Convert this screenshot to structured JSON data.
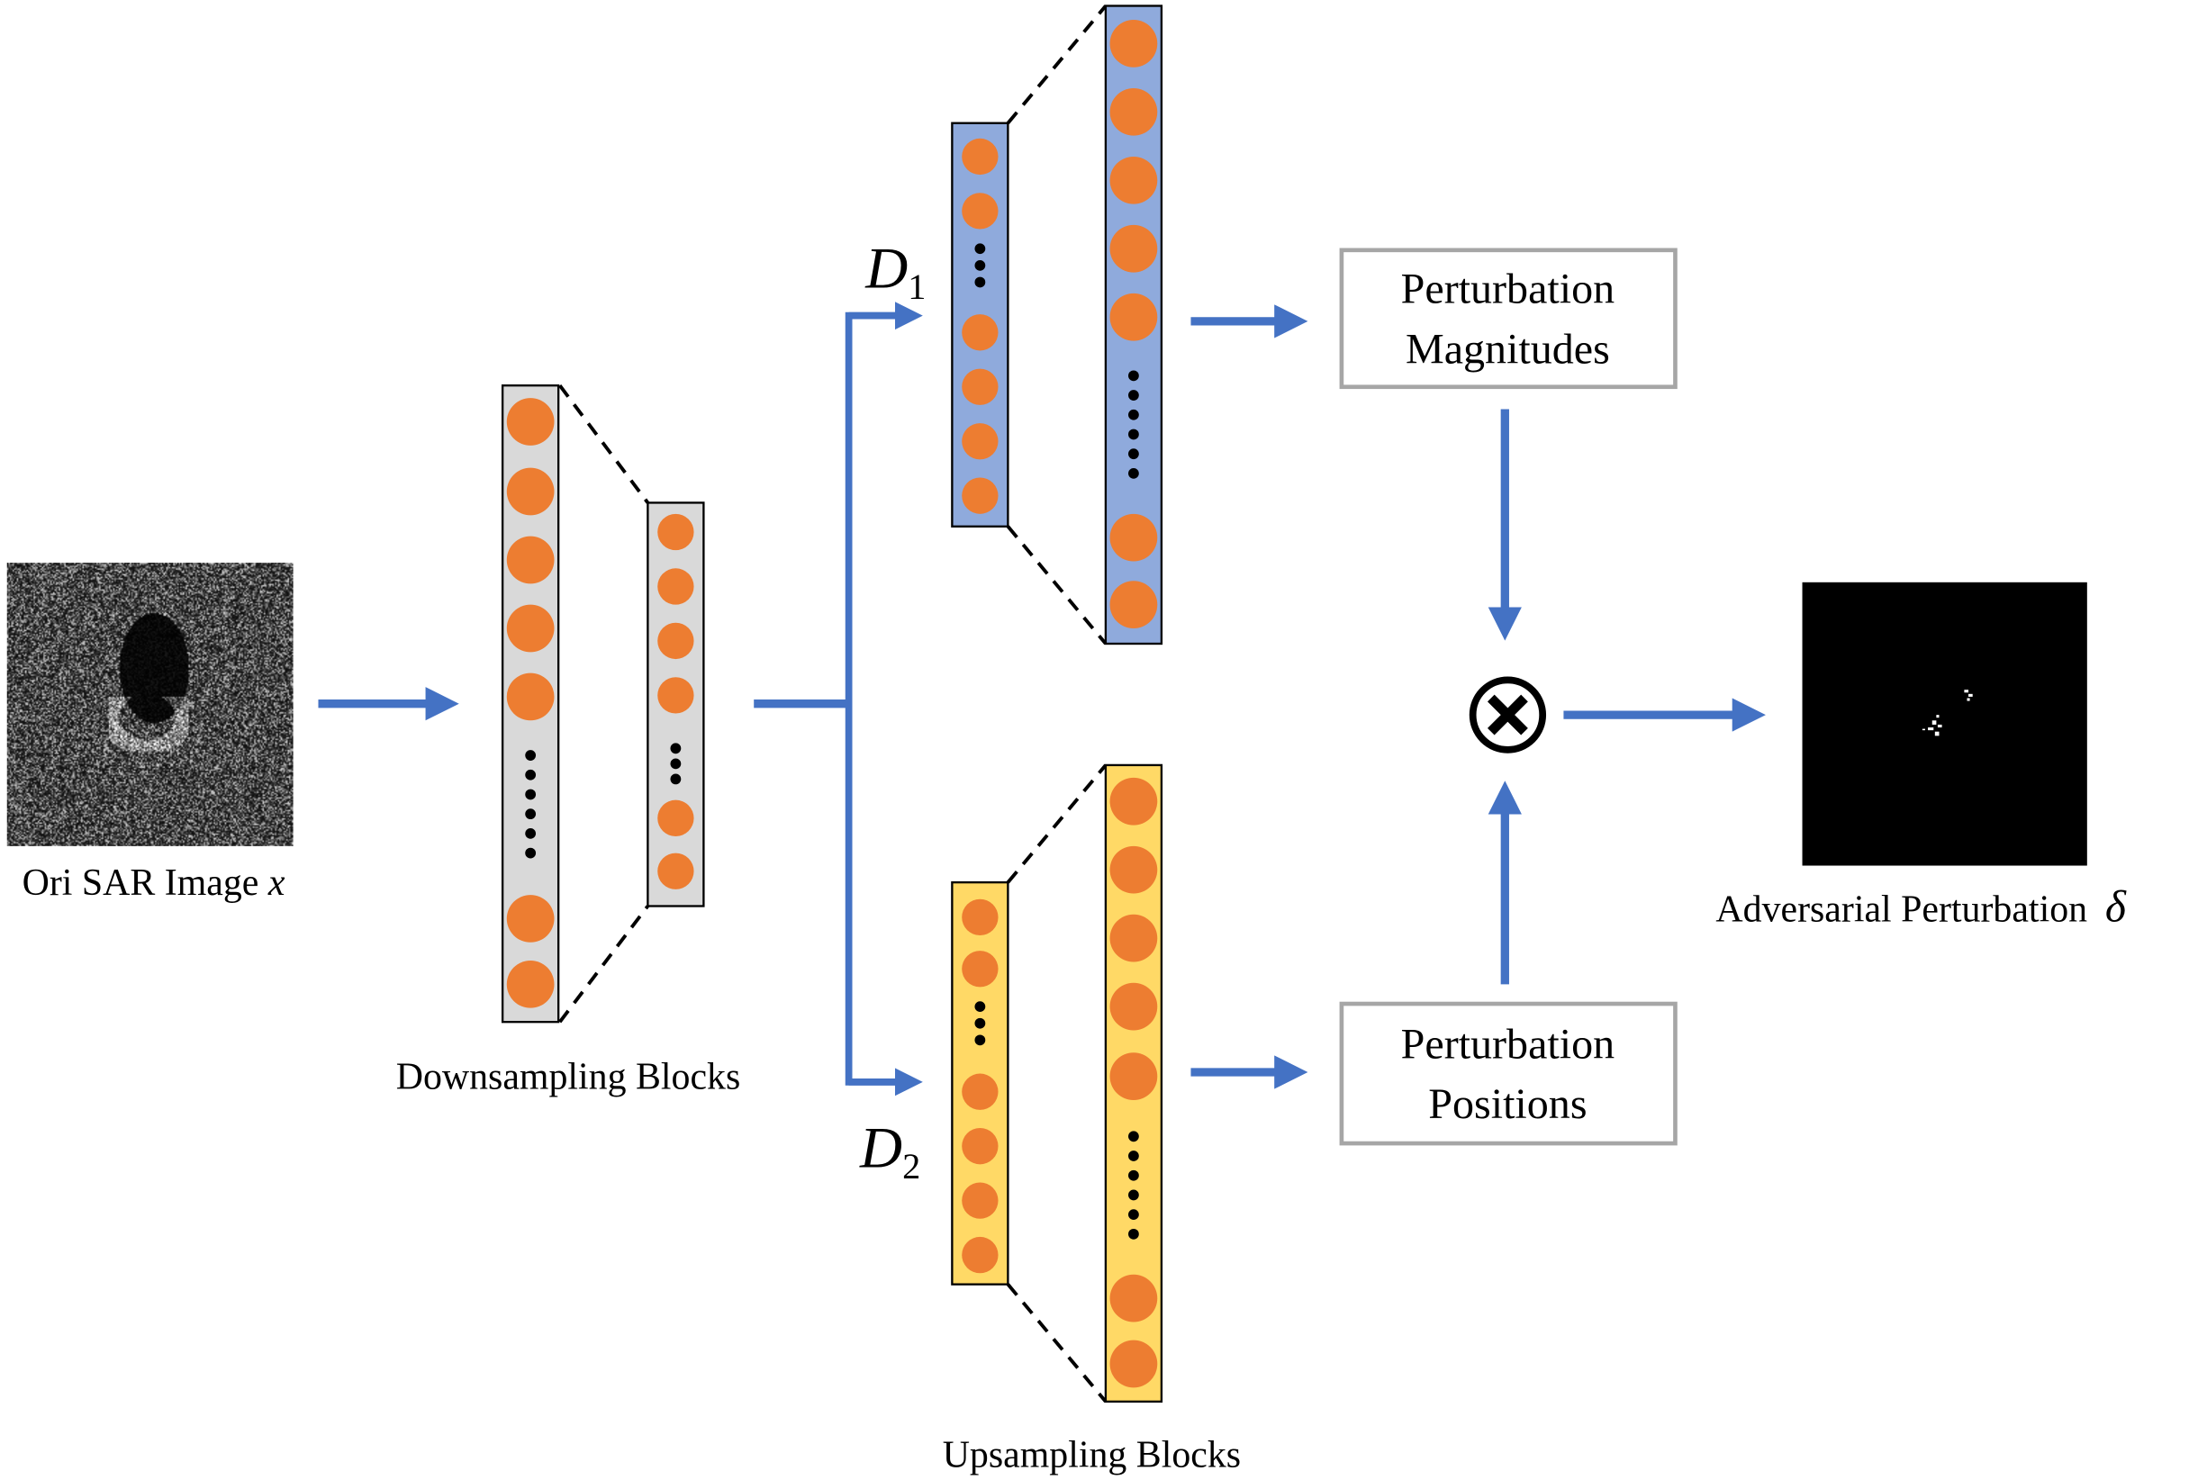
{
  "labels": {
    "input_image": "Ori SAR Image",
    "input_symbol": "x",
    "downsampling": "Downsampling Blocks",
    "upsampling": "Upsampling Blocks",
    "decoder1": "D",
    "decoder1_sub": "1",
    "decoder2": "D",
    "decoder2_sub": "2",
    "magnitudes_line1": "Perturbation",
    "magnitudes_line2": "Magnitudes",
    "positions_line1": "Perturbation",
    "positions_line2": "Positions",
    "output_image": "Adversarial Perturbation",
    "output_symbol": "δ",
    "operator": "⊗"
  },
  "colors": {
    "arrow": "#4472c4",
    "neuron": "#ed7d31",
    "down_block": "#d9d9d9",
    "d1_block": "#8faadc",
    "d2_block": "#ffd966",
    "box_border": "#a6a6a6"
  }
}
